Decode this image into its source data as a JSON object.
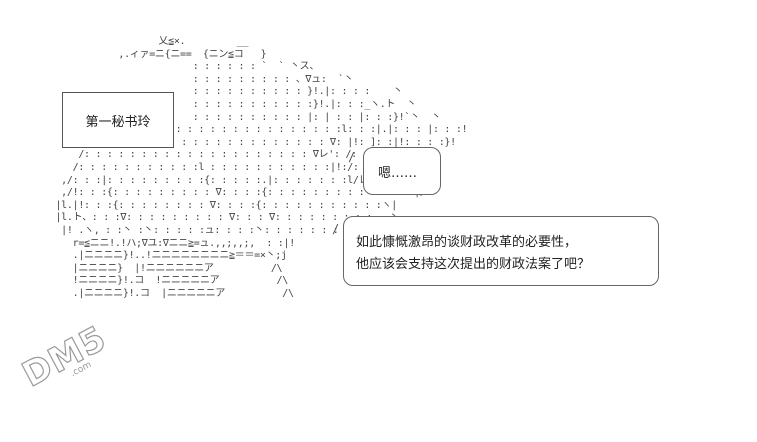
{
  "ascii_art": [
    "                    乂≦×.         __",
    "             ,.ィァ=ニ{ニ==  {ニン≦コ   }",
    "                          : : : : : : `  ` 丶ス、",
    "                          : : : : : : : : : 、∇ュ:  `丶",
    "                          : : : : : : : : : : }!.|: : : :    丶",
    "                          : : : : : : : : : : :}!.|: : :_ヽ.ト  丶",
    "                          : : : : : : : : : : |: | : : |: : :}!`丶  丶",
    "        /: : : : : : : : : : : : : : : : : : : : : :l: : :|.|: : : |: : :!",
    "       /: : : : : : : : : : : : : : : : : : : : : ∇: |!: ]: :|!: : : :}!",
    "      /: : : : : : : : : : : : : : : : : : : : ∇レ': /: :/|: : :.|",
    "     /: : : : : : : : : : :l : : : : : : : : : : :|!:/: :/ ,|: : :/",
    "   ,/: : :|: : : : : : : : :{: : : : :.|: : : : : : :l/レ: :ヽ|: :/",
    "   ,/!: : :{: : : : : : : : : ∇: : : :{: : : : : : : : : : :ヽ: :|/",
    "  |l.|!: : :{: : : : : : : : ∇: : : :{: : : : : : : : : : :ヽ|",
    "  |l.ト、: : :∇: : : : : : : : : ∇: : : ∇: : : : : : : : :   丶、",
    "   |! .ヽ, : :丶 :丶: : : : :ュ: : : :丶: : : : : : : :゛ ゛,j",
    "     r=≦ニニ!.!ハ;∇ユ:∇ニニ≧=ュ.,,;,,;,  : :|!",
    "     .|ニニニニ}!..!ニニニニニニニニ≧＝＝=×丶;j",
    "     |ニニニニ}  |!ニニニニニニア          /\\",
    "     !ニニニニ}!.コ  !ニニニニニア          /\\",
    "     .|ニニニニ}!.コ  |ニニニニニア          /\\"
  ],
  "name_box": {
    "label": "第一秘书玲"
  },
  "bubble_small": {
    "text": "嗯……"
  },
  "bubble_large": {
    "line1": "如此慷慨激昂的谈财政改革的必要性，",
    "line2": "他应该会支持这次提出的财政法案了吧？"
  },
  "watermark": {
    "text": "DM5",
    "sub": ".com"
  },
  "colors": {
    "background": "#ffffff",
    "ink": "#333333",
    "watermark_stroke": "#9a9a9a"
  }
}
